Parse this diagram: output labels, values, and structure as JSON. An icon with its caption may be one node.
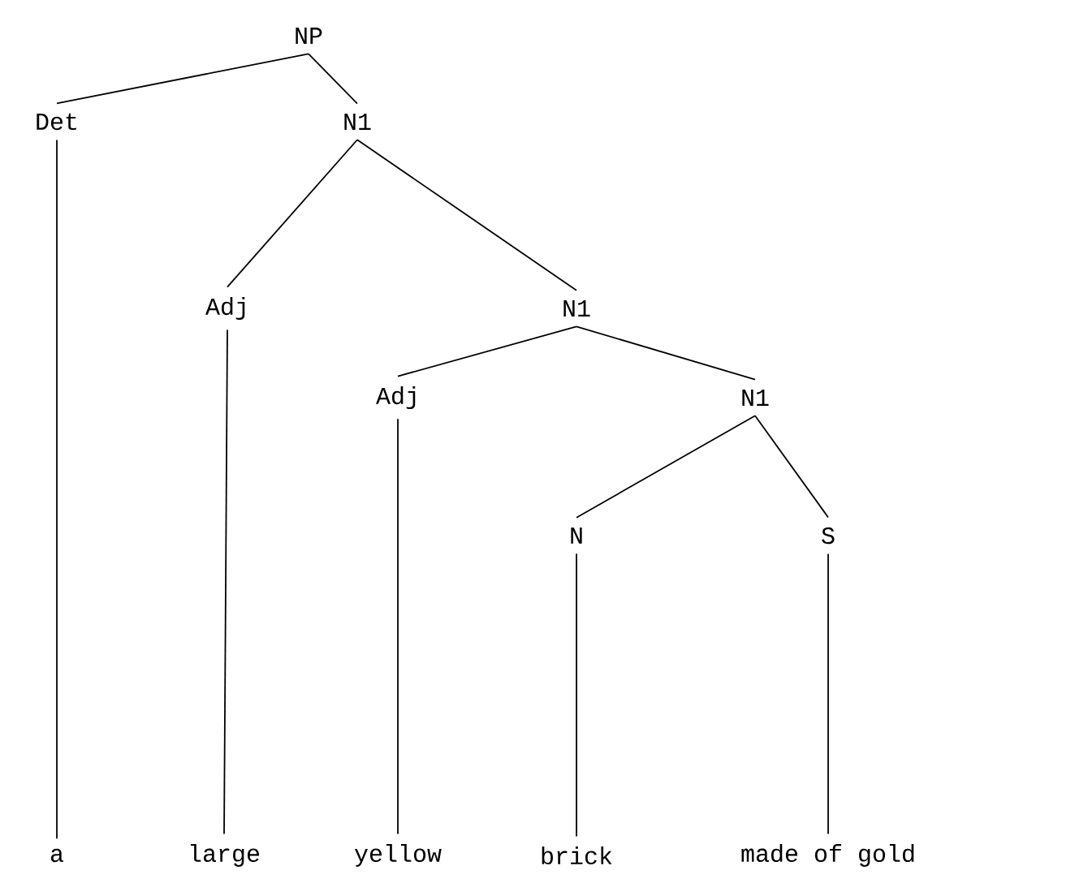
{
  "diagram": {
    "nodes": [
      {
        "text": [
          "NP"
        ]
      },
      {
        "text": [
          "Det"
        ]
      },
      {
        "text": [
          "N1"
        ]
      },
      {
        "text": [
          "Adj"
        ]
      },
      {
        "text": [
          "N1"
        ]
      },
      {
        "text": [
          "Adj"
        ]
      },
      {
        "text": [
          "N1"
        ]
      },
      {
        "text": [
          "N"
        ]
      },
      {
        "text": [
          "S"
        ]
      },
      {
        "text": [
          "a"
        ]
      },
      {
        "text": [
          "large"
        ]
      },
      {
        "text": [
          "yellow"
        ]
      },
      {
        "text": [
          "brick"
        ]
      },
      {
        "text": [
          "made of gold"
        ]
      }
    ],
    "edges": [
      {
        "from": 0,
        "to": 1,
        "arrow": "none"
      },
      {
        "from": 0,
        "to": 2,
        "arrow": "none"
      },
      {
        "from": 2,
        "to": 3,
        "arrow": "none"
      },
      {
        "from": 2,
        "to": 4,
        "arrow": "none"
      },
      {
        "from": 4,
        "to": 5,
        "arrow": "none"
      },
      {
        "from": 4,
        "to": 6,
        "arrow": "none"
      },
      {
        "from": 6,
        "to": 7,
        "arrow": "none"
      },
      {
        "from": 6,
        "to": 8,
        "arrow": "none"
      },
      {
        "from": 1,
        "to": 9,
        "arrow": "none"
      },
      {
        "from": 3,
        "to": 10,
        "arrow": "none"
      },
      {
        "from": 5,
        "to": 11,
        "arrow": "none"
      },
      {
        "from": 7,
        "to": 12,
        "arrow": "none"
      },
      {
        "from": 8,
        "to": 13,
        "arrow": "none"
      }
    ]
  }
}
